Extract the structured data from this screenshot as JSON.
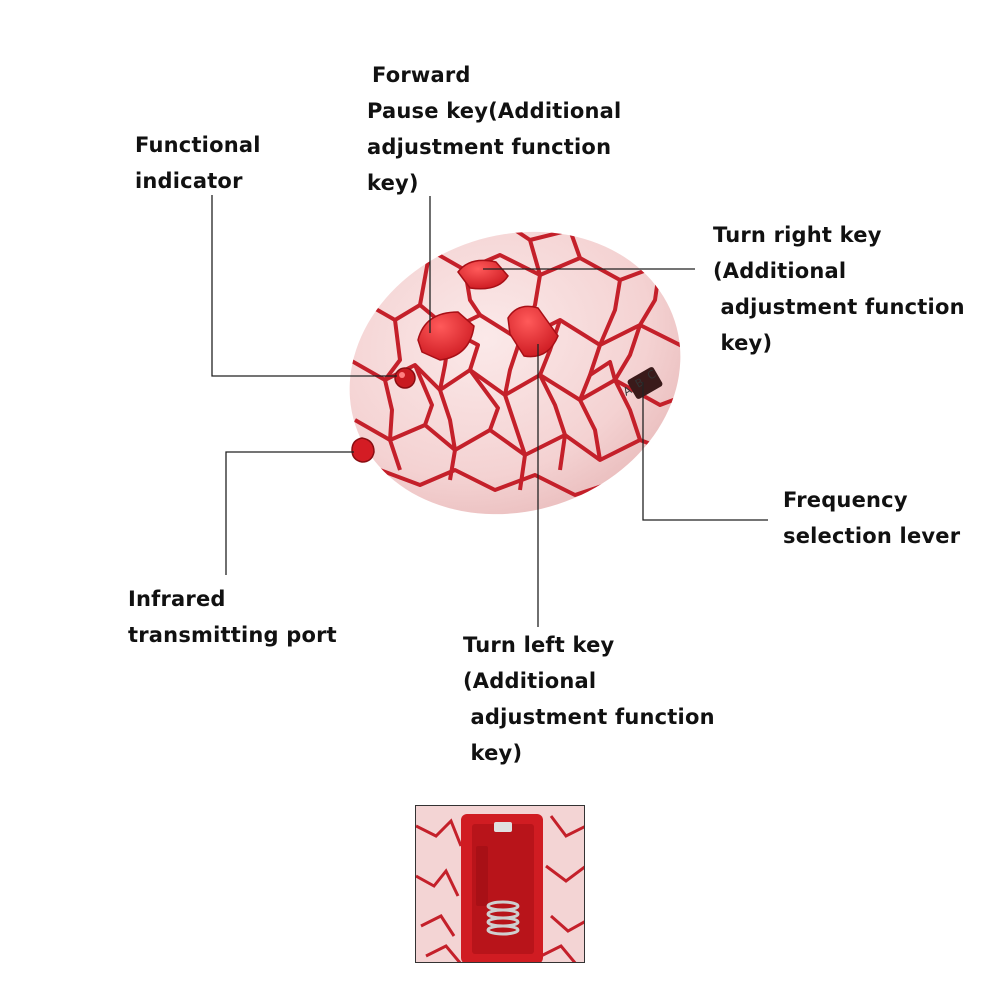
{
  "callouts": {
    "forward": [
      "Forward",
      "Pause key(Additional",
      "adjustment function",
      "key)"
    ],
    "indicator": [
      "Functional",
      "indicator"
    ],
    "turn_right": [
      "Turn right key",
      "(Additional",
      " adjustment function",
      " key)"
    ],
    "frequency": [
      "Frequency",
      "selection lever"
    ],
    "infrared": [
      "Infrared",
      "transmitting port"
    ],
    "turn_left": [
      "Turn left key",
      "(Additional",
      " adjustment function",
      " key)"
    ]
  },
  "device": {
    "freq_letters": [
      "A",
      "B",
      "C"
    ]
  },
  "colors": {
    "shell": "#f6dada",
    "crack": "#c4202a",
    "button": "#e0202a",
    "line": "#222222"
  }
}
